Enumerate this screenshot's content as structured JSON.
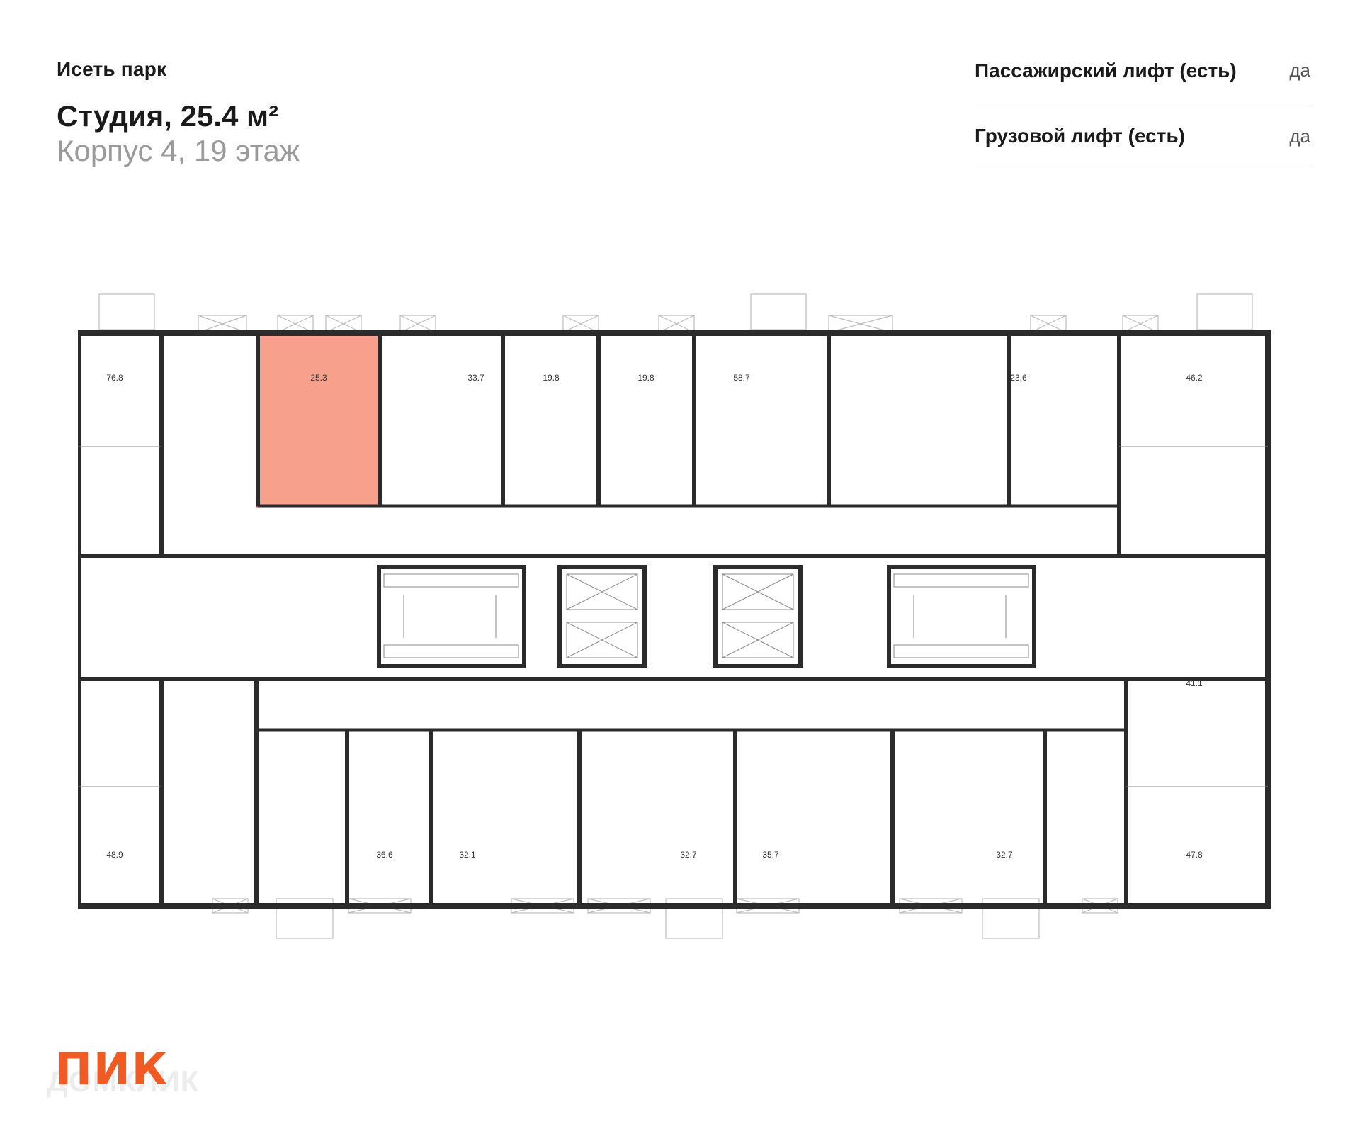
{
  "header": {
    "project_name": "Исеть парк",
    "apartment_title": "Студия, 25.4 м²",
    "building_floor": "Корпус 4, 19 этаж"
  },
  "features": [
    {
      "label": "Пассажирский лифт (есть)",
      "value": "да"
    },
    {
      "label": "Грузовой лифт (есть)",
      "value": "да"
    }
  ],
  "plan": {
    "highlight_color": "#f7a08c",
    "highlight_border": "#d9442a",
    "wall_color": "#2b2b2b",
    "rooms_top": [
      "76.8",
      "25.3",
      "33.7",
      "19.8",
      "19.8",
      "58.7",
      "23.6",
      "46.2"
    ],
    "rooms_right": [
      "41.1"
    ],
    "rooms_bottom": [
      "48.9",
      "36.6",
      "32.1",
      "32.7",
      "35.7",
      "32.7",
      "47.8"
    ]
  },
  "brand": {
    "logo_text": "ПИК",
    "logo_color": "#f15a22",
    "watermark_text": "ДОМКЛИК"
  }
}
